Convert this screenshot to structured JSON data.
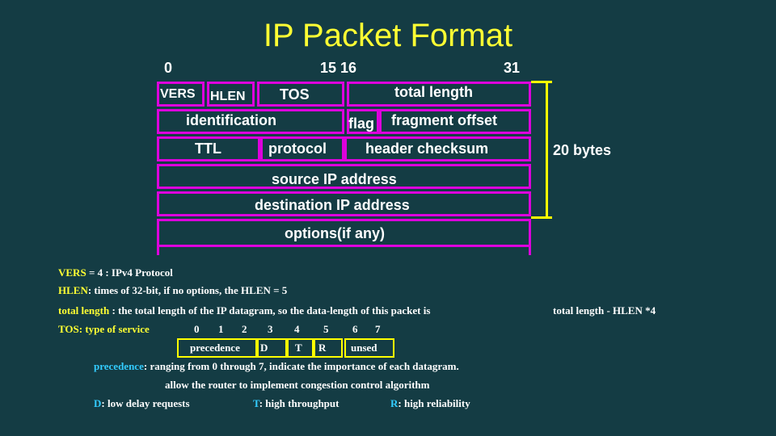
{
  "title": "IP Packet Format",
  "bits": {
    "b0": "0",
    "b15_16": "15 16",
    "b31": "31"
  },
  "fields": {
    "vers": "VERS",
    "hlen": "HLEN",
    "tos": "TOS",
    "total_length": "total length",
    "identification": "identification",
    "flag": "flag",
    "fragment_offset": "fragment offset",
    "ttl": "TTL",
    "protocol": "protocol",
    "header_checksum": "header checksum",
    "source_ip": "source IP address",
    "dest_ip": "destination IP address",
    "options": "options(if any)"
  },
  "header_size": "20 bytes",
  "notes": {
    "vers_key": "VERS",
    "vers_text": " = 4 : IPv4 Protocol",
    "hlen_key": "HLEN",
    "hlen_text": ": times of 32-bit, if no options, the HLEN = 5",
    "tl_key": "total length",
    "tl_text": " : the total length  of the IP datagram, so the data-length of this packet is",
    "tl_formula": "total length - HLEN *4",
    "tos_key": "TOS: type of service",
    "tos_bits": [
      "0",
      "1",
      "2",
      "3",
      "4",
      "5",
      "6",
      "7"
    ],
    "tos_fields": [
      "precedence",
      "D",
      "T",
      "R",
      "unsed"
    ],
    "prec_key": "precedence",
    "prec_text": ": ranging from 0 through 7, indicate the importance of each datagram.",
    "prec_text2": "allow the router to implement congestion control algorithm",
    "d_key": "D",
    "d_text": ": low delay requests",
    "t_key": "T",
    "t_text": ": high throughput",
    "r_key": "R",
    "r_text": ": high reliability"
  }
}
